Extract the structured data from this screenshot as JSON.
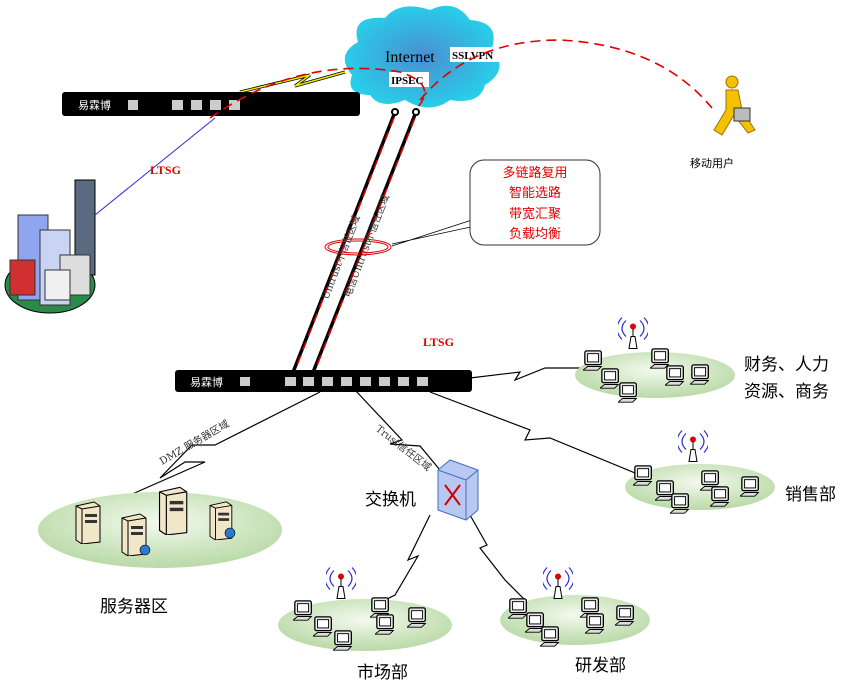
{
  "internet": {
    "label": "Internet",
    "sslvpn": "SSLVPN",
    "ipsec": "IPSEC"
  },
  "top_device": {
    "brand": "易霖博"
  },
  "main_device": {
    "brand": "易霖博"
  },
  "ltsg_branch": "LTSG",
  "ltsg_main": "LTSG",
  "mobile_user": "移动用户",
  "callout": {
    "lines": [
      "多链路复用",
      "智能选路",
      "带宽汇聚",
      "负载均衡"
    ]
  },
  "links": {
    "untrust_1": "Untrust不信任区域",
    "untrust_2": "电信Untrust不信任区域",
    "dmz": "DMZ 服务器区域",
    "trust": "Trust信任区域"
  },
  "zones": {
    "finance_line1": "财务、人力",
    "finance_line2": "资源、商务",
    "sales": "销售部",
    "servers": "服务器区",
    "switch": "交换机",
    "market": "市场部",
    "rnd": "研发部"
  },
  "colors": {
    "cloud": "#33ccee",
    "accent_red": "#e00000",
    "platform": "#d6ecc8",
    "device": "#000000"
  }
}
